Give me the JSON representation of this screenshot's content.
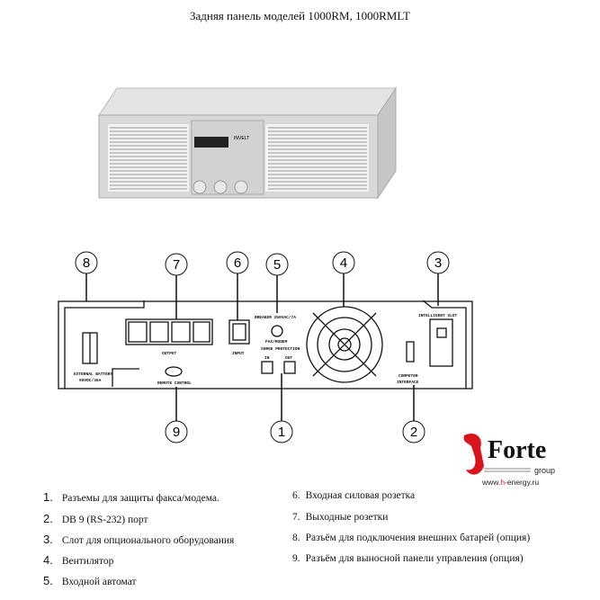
{
  "title": "Задняя панель моделей 1000RM, 1000RMLT",
  "photo": {
    "brand_label": "INVELT"
  },
  "diagram": {
    "callouts": [
      "1",
      "2",
      "3",
      "4",
      "5",
      "6",
      "7",
      "8",
      "9"
    ],
    "labels": {
      "external_battery": "EXTERNAL BATTERY",
      "external_battery_rating": "96VDC/36A",
      "output": "OUTPUT",
      "input": "INPUT",
      "breaker": "BREAKER 250VAC/7A",
      "fax_modem": "FAX/MODEM",
      "surge_protection": "SURGE PROTECTION",
      "in": "IN",
      "out": "OUT",
      "remote_control": "REMOTE CONTROL",
      "computer": "COMPUTER",
      "interface": "INTERFACE",
      "intelligent_slot": "INTELLIGENT SLOT"
    }
  },
  "logo": {
    "name": "Forte",
    "sub": "group",
    "url_prefix": "www.",
    "url_accent": "h-",
    "url_suffix": "energy.ru",
    "accent_color": "#d9141b"
  },
  "legend": [
    {
      "num": "1.",
      "text": "Разъемы для защиты факса/модема."
    },
    {
      "num": "2.",
      "text": "DB 9 (RS-232) порт"
    },
    {
      "num": "3.",
      "text": "Слот для опционального оборудования"
    },
    {
      "num": "4.",
      "text": "Вентилятор"
    },
    {
      "num": "5.",
      "text": "Входной автомат"
    },
    {
      "num": "6.",
      "text": "Входная силовая розетка"
    },
    {
      "num": "7.",
      "text": "Выходные розетки"
    },
    {
      "num": "8.",
      "text": "Разъём для подключения внешних батарей (опция)"
    },
    {
      "num": "9.",
      "text": "Разъём для выносной панели управления (опция)"
    }
  ]
}
